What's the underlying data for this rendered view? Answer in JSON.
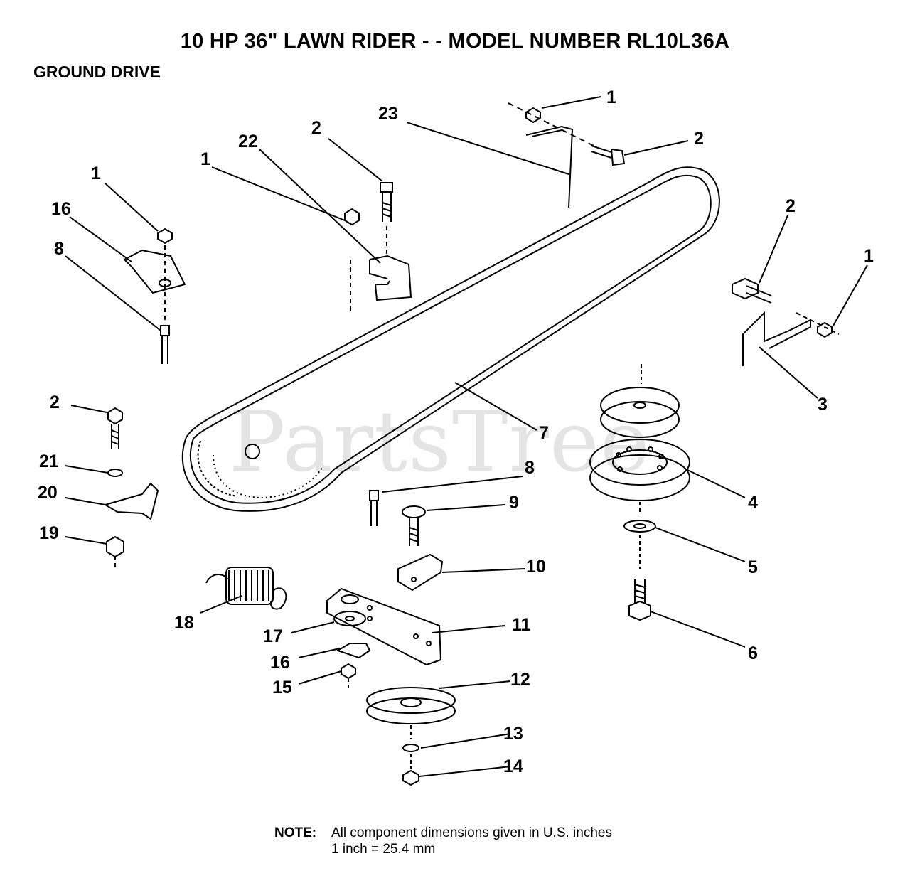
{
  "title": "10 HP 36\" LAWN RIDER - - MODEL NUMBER RL10L36A",
  "section": "GROUND DRIVE",
  "watermark": "PartsTree",
  "note": {
    "label": "NOTE:",
    "line1": "All component dimensions given in U.S. inches",
    "line2": "1 inch = 25.4 mm"
  },
  "callouts": [
    "1",
    "23",
    "2",
    "22",
    "1",
    "2",
    "1",
    "16",
    "8",
    "2",
    "1",
    "3",
    "7",
    "2",
    "4",
    "21",
    "8",
    "20",
    "9",
    "19",
    "5",
    "10",
    "18",
    "11",
    "6",
    "17",
    "16",
    "15",
    "12",
    "13",
    "14"
  ]
}
